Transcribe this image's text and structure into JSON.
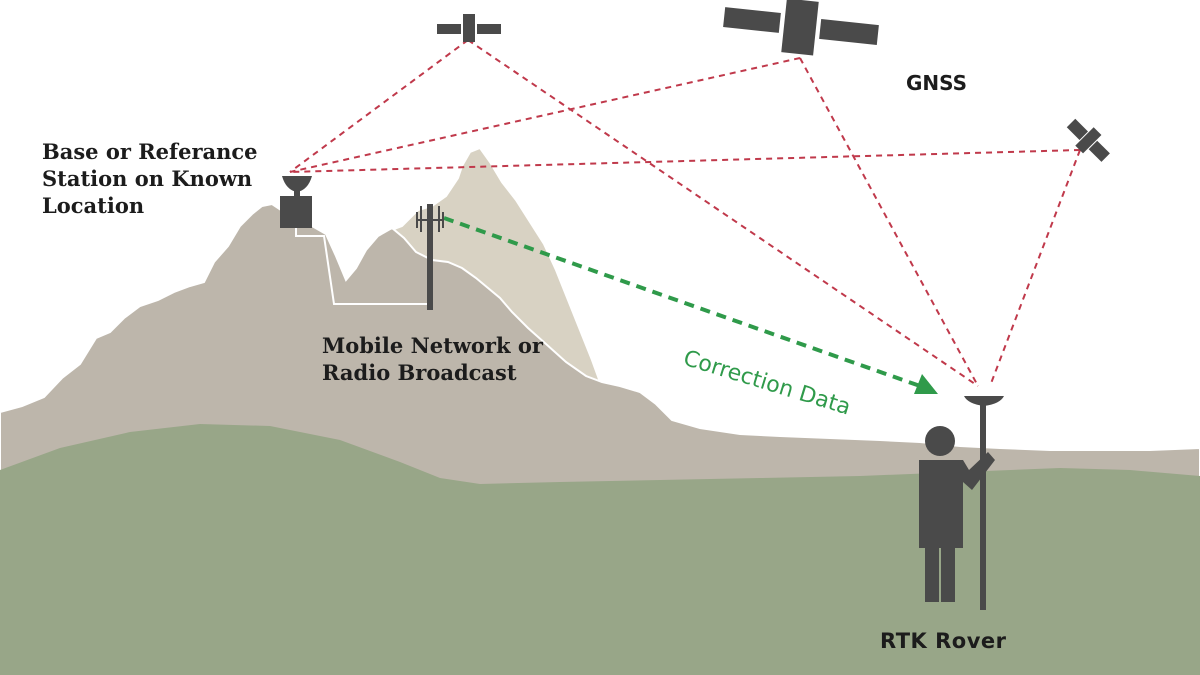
{
  "labels": {
    "base_line1": "Base or Referance",
    "base_line2": "Station on Known",
    "base_line3": "Location",
    "mobile_line1": "Mobile Network or",
    "mobile_line2": "Radio Broadcast",
    "gnss": "GNSS",
    "correction": "Correction Data",
    "rover": "RTK Rover"
  },
  "colors": {
    "sky": "#ffffff",
    "mountain": "#bdb6ab",
    "mountain_far": "#d8d2c3",
    "ground": "#98a688",
    "ground_edge": "#8e9c7e",
    "icon": "#4a4a4a",
    "gnss_signal": "#c0394b",
    "correction_link": "#2f9a4a",
    "cable": "#ffffff"
  },
  "icons": {
    "satellites": [
      "satellite-icon",
      "satellite-icon",
      "satellite-icon"
    ],
    "base_station": "base-station-icon",
    "radio_tower": "radio-tower-icon",
    "rover": "surveyor-with-gnss-pole-icon"
  }
}
